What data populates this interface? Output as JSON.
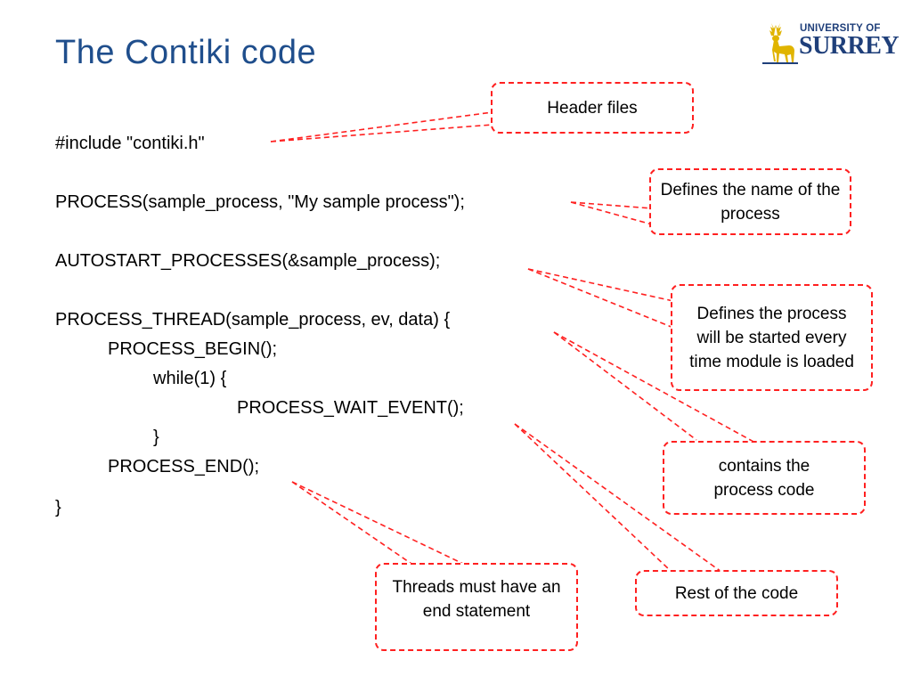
{
  "slide": {
    "title": "The Contiki code",
    "logo": {
      "line1": "UNIVERSITY OF",
      "line2": "SURREY"
    }
  },
  "code": [
    "#include \"contiki.h\"",
    "PROCESS(sample_process, \"My sample process\");",
    "AUTOSTART_PROCESSES(&sample_process);",
    "PROCESS_THREAD(sample_process, ev, data) {",
    "PROCESS_BEGIN();",
    "while(1) {",
    "PROCESS_WAIT_EVENT();",
    "}",
    "PROCESS_END();",
    "}"
  ],
  "callouts": {
    "header_files": "Header files",
    "process_name": "Defines the name of the process",
    "autostart": "Defines the process will be started every time module is loaded",
    "process_code": "contains the process code",
    "rest_of_code": "Rest of the code",
    "threads_end": "Threads must have an end statement"
  },
  "colors": {
    "title": "#1f4e8c",
    "callout_border": "#ff2020",
    "logo": "#1f3f7a",
    "logo_stag": "#e0b400"
  }
}
